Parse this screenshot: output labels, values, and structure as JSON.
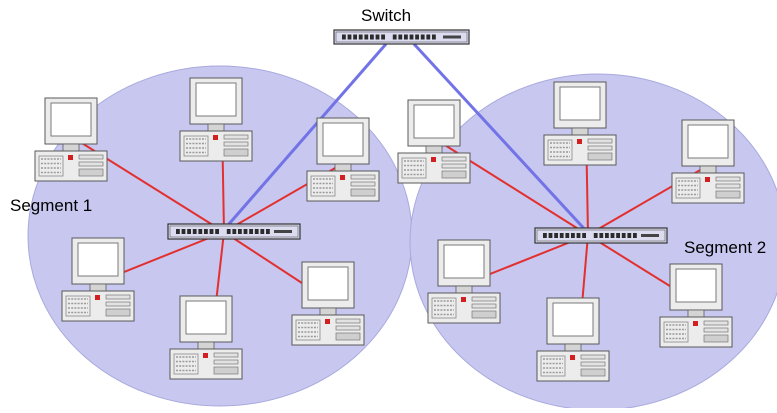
{
  "diagram": {
    "switch_label": "Switch",
    "segments": [
      {
        "label": "Segment 1",
        "computers": 6
      },
      {
        "label": "Segment 2",
        "computers": 6
      }
    ],
    "colors": {
      "segment_fill": "#c7c7ef",
      "segment_stroke": "#a9a9de",
      "uplink": "#7373e8",
      "lan_cable": "#e42f2f",
      "device_body": "#ececec",
      "device_outline": "#5a5a5a"
    }
  }
}
